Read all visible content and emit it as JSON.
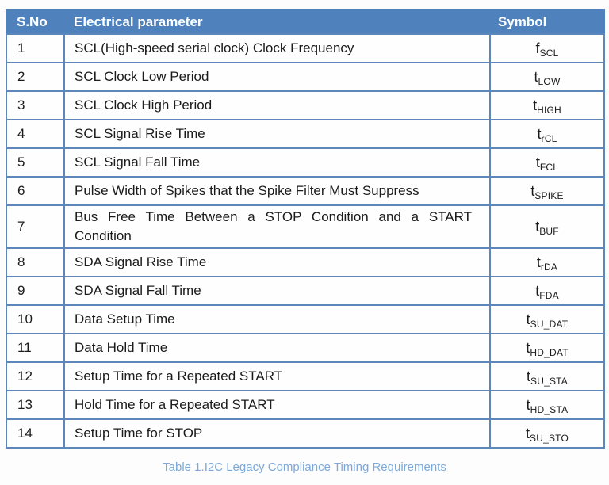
{
  "colors": {
    "header_bg": "#4f81bd",
    "header_text": "#ffffff",
    "border": "#5d87ba",
    "text": "#1b1b1b",
    "caption": "#7da9da"
  },
  "table": {
    "header": {
      "s_no": "S.No",
      "parameter": "Electrical parameter",
      "symbol": "Symbol"
    },
    "rows": [
      {
        "no": "1",
        "param": "SCL(High-speed serial clock) Clock Frequency",
        "symbol": {
          "base": "f",
          "sub": "SCL"
        }
      },
      {
        "no": "2",
        "param": "SCL Clock Low Period",
        "symbol": {
          "base": "t",
          "sub": "LOW"
        }
      },
      {
        "no": "3",
        "param": "SCL Clock High Period",
        "symbol": {
          "base": "t",
          "sub": "HIGH"
        }
      },
      {
        "no": "4",
        "param": "SCL Signal Rise Time",
        "symbol": {
          "base": "t",
          "sub": "rCL"
        }
      },
      {
        "no": "5",
        "param": "SCL Signal Fall Time",
        "symbol": {
          "base": "t",
          "sub": "FCL"
        }
      },
      {
        "no": "6",
        "param": "Pulse Width of Spikes that the Spike Filter Must Suppress",
        "symbol": {
          "base": "t",
          "sub": "SPIKE"
        }
      },
      {
        "no": "7",
        "param": "Bus Free Time Between a STOP Condition and a START Condition",
        "symbol": {
          "base": "t",
          "sub": "BUF"
        }
      },
      {
        "no": "8",
        "param": "SDA Signal Rise Time",
        "symbol": {
          "base": "t",
          "sub": "rDA"
        }
      },
      {
        "no": "9",
        "param": "SDA Signal Fall Time",
        "symbol": {
          "base": "t",
          "sub": "FDA"
        }
      },
      {
        "no": "10",
        "param": "Data Setup Time",
        "symbol": {
          "base": "t",
          "sub": "SU_DAT"
        }
      },
      {
        "no": "11",
        "param": "Data Hold Time",
        "symbol": {
          "base": "t",
          "sub": "HD_DAT"
        }
      },
      {
        "no": "12",
        "param": "Setup Time for a Repeated START",
        "symbol": {
          "base": "t",
          "sub": "SU_STA"
        }
      },
      {
        "no": "13",
        "param": "Hold Time for a Repeated START",
        "symbol": {
          "base": "t",
          "sub": "HD_STA"
        }
      },
      {
        "no": "14",
        "param": "Setup Time for STOP",
        "symbol": {
          "base": "t",
          "sub": "SU_STO"
        }
      }
    ]
  },
  "caption": "Table 1.I2C Legacy Compliance Timing Requirements"
}
